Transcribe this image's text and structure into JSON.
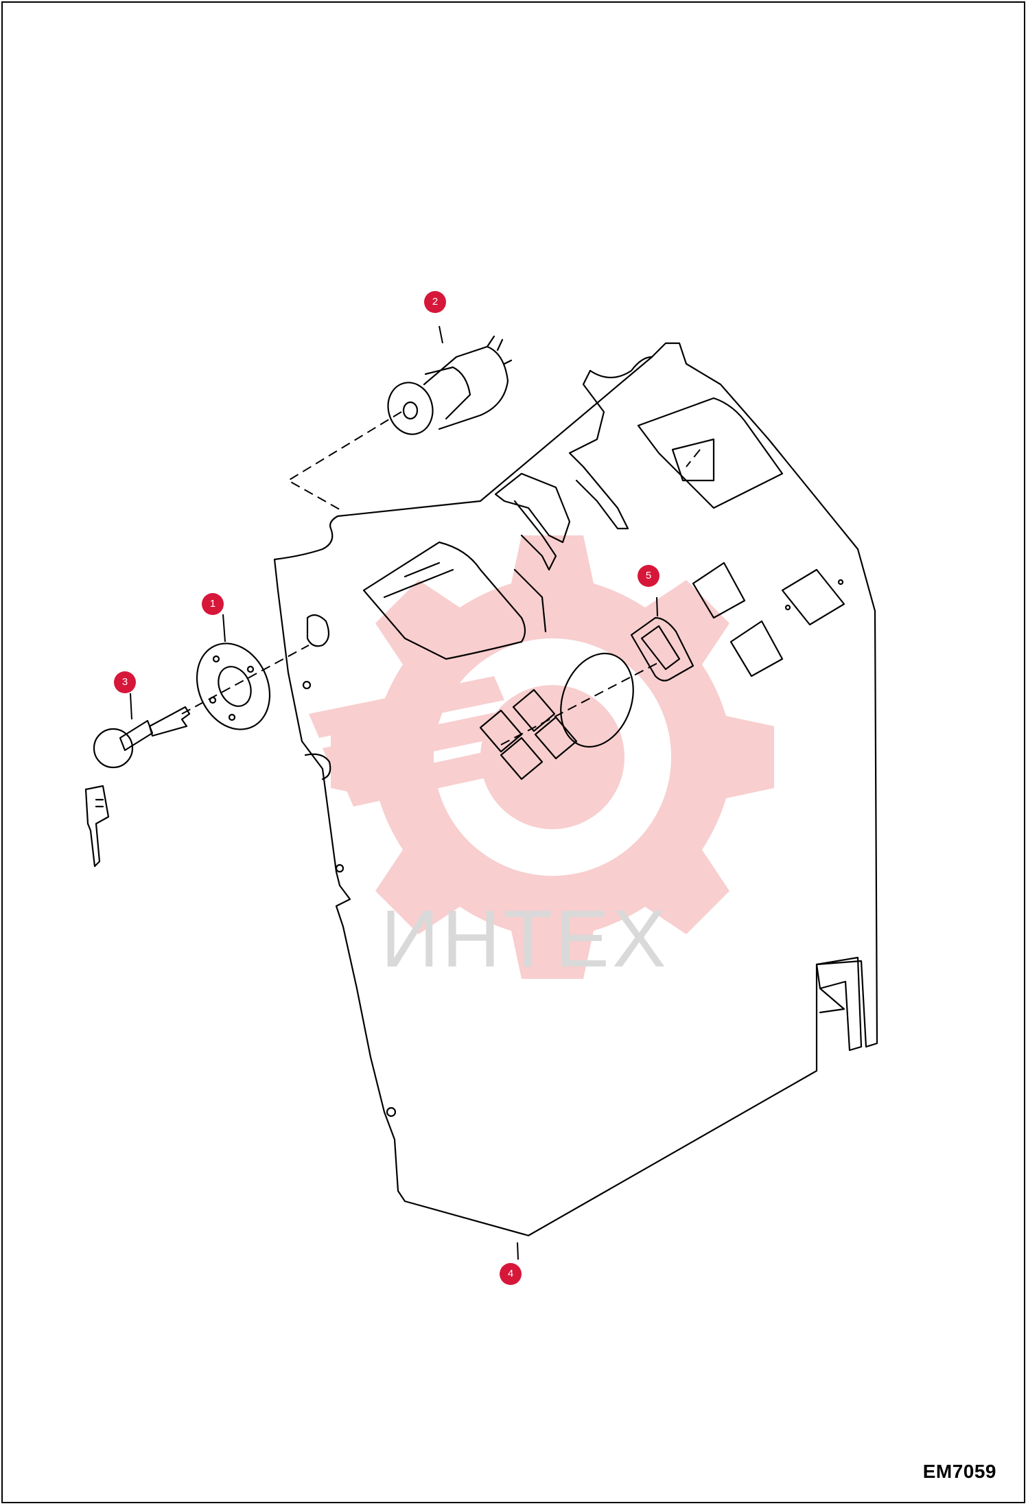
{
  "drawing_code": "EM7059",
  "watermark": {
    "text": "ИНТЕХ",
    "gear_color": "#f7c6c6",
    "text_color": "#d9d9d9"
  },
  "marker_color": "#d6173a",
  "callouts": [
    {
      "id": "1",
      "label": "1"
    },
    {
      "id": "2",
      "label": "2"
    },
    {
      "id": "3",
      "label": "3"
    },
    {
      "id": "4",
      "label": "4"
    },
    {
      "id": "5",
      "label": "5"
    }
  ]
}
